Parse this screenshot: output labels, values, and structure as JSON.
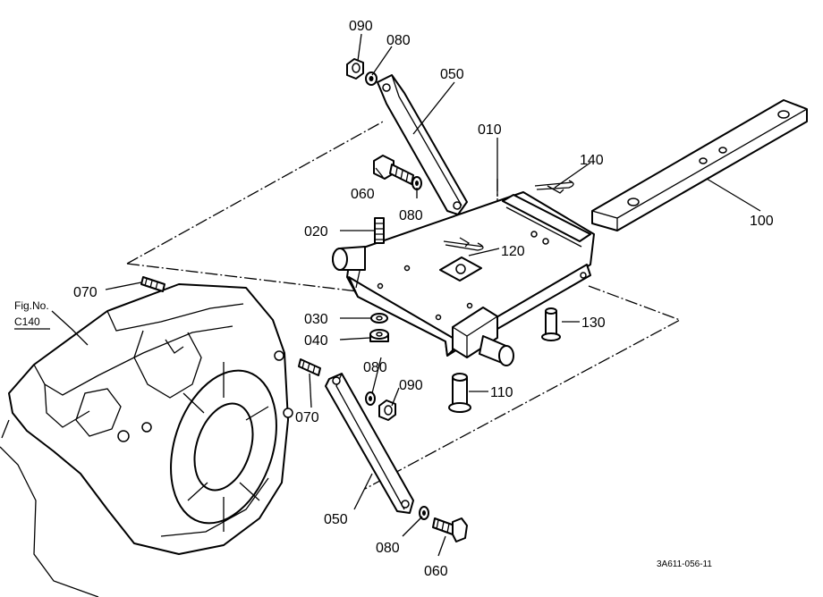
{
  "figure": {
    "caption": "3A611-056-11",
    "reference": {
      "line1": "Fig.No.",
      "line2": "C140"
    }
  },
  "callouts": [
    {
      "id": "c-090-top",
      "label": "090"
    },
    {
      "id": "c-080-top",
      "label": "080"
    },
    {
      "id": "c-050-top",
      "label": "050"
    },
    {
      "id": "c-010",
      "label": "010"
    },
    {
      "id": "c-140",
      "label": "140"
    },
    {
      "id": "c-060-top",
      "label": "060"
    },
    {
      "id": "c-080-mid",
      "label": "080"
    },
    {
      "id": "c-020",
      "label": "020"
    },
    {
      "id": "c-120",
      "label": "120"
    },
    {
      "id": "c-100",
      "label": "100"
    },
    {
      "id": "c-070-left",
      "label": "070"
    },
    {
      "id": "c-030",
      "label": "030"
    },
    {
      "id": "c-040",
      "label": "040"
    },
    {
      "id": "c-130",
      "label": "130"
    },
    {
      "id": "c-080-low",
      "label": "080"
    },
    {
      "id": "c-090-low",
      "label": "090"
    },
    {
      "id": "c-110",
      "label": "110"
    },
    {
      "id": "c-070-low",
      "label": "070"
    },
    {
      "id": "c-050-low",
      "label": "050"
    },
    {
      "id": "c-080-bottom",
      "label": "080"
    },
    {
      "id": "c-060-bottom",
      "label": "060"
    }
  ]
}
